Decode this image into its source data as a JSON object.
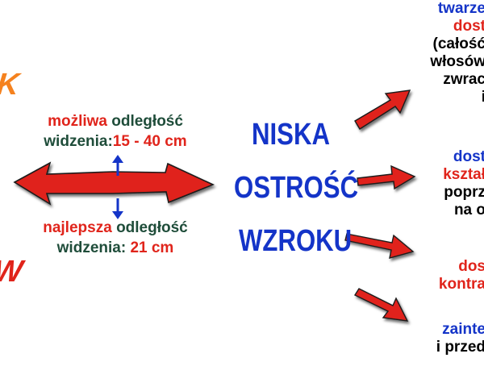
{
  "left_fragments": {
    "top": "K",
    "bottom": "W"
  },
  "distance_possible": {
    "word1": "możliwa",
    "word2": "odległość",
    "line2_label": "widzenia:",
    "line2_value": "15 - 40 cm"
  },
  "distance_best": {
    "word1": "najlepsza",
    "word2": "odległość",
    "line2_label": "widzenia:",
    "line2_value": "21 cm"
  },
  "center_title": [
    "NISKA",
    "OSTROŚĆ",
    "WZROKU"
  ],
  "right_blocks": [
    {
      "lines": [
        {
          "text": "twarze",
          "color": "#1434c8"
        },
        {
          "text": "dost",
          "color": "#e0241b"
        },
        {
          "text": "(całość",
          "color": "#000000"
        },
        {
          "text": "włosów",
          "color": "#000000"
        },
        {
          "text": "zwrac",
          "color": "#000000"
        },
        {
          "text": "i",
          "color": "#000000"
        }
      ]
    },
    {
      "lines": [
        {
          "text": "dost",
          "color": "#1434c8"
        },
        {
          "text": "kształ",
          "color": "#e0241b"
        },
        {
          "text": "poprz",
          "color": "#000000"
        },
        {
          "text": "na o",
          "color": "#000000"
        }
      ]
    },
    {
      "lines": [
        {
          "text": "dos",
          "color": "#e0241b"
        },
        {
          "text": "kontra",
          "color": "#e0241b"
        }
      ]
    },
    {
      "lines": [
        {
          "text": "zainte",
          "color": "#1434c8"
        },
        {
          "text": "i przed",
          "color": "#000000"
        }
      ]
    }
  ],
  "colors": {
    "arrow_red": "#e0241b",
    "arrow_dark": "#1a1a1a",
    "small_arrow_blue": "#1434c8"
  }
}
